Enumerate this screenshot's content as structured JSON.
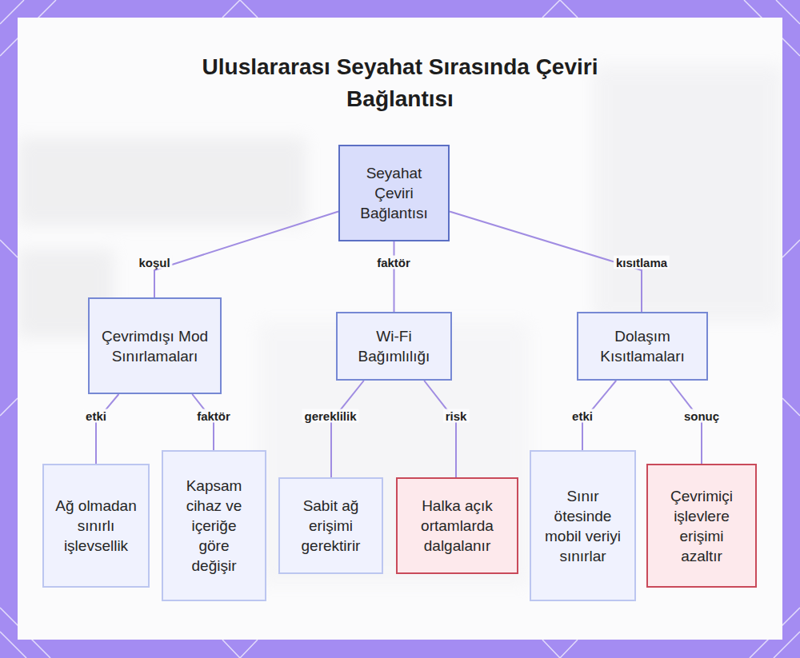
{
  "diagram": {
    "title": "Uluslararası Seyahat Sırasında Çeviri Bağlantısı",
    "nodes": [
      {
        "text": [
          "Seyahat Çeviri Bağlantısı"
        ]
      },
      {
        "text": [
          "Çevrimdışı Mod Sınırlamaları"
        ]
      },
      {
        "text": [
          "Wi-Fi Bağımlılığı"
        ]
      },
      {
        "text": [
          "Dolaşım Kısıtlamaları"
        ]
      },
      {
        "text": [
          "Ağ olmadan sınırlı işlevsellik"
        ]
      },
      {
        "text": [
          "Kapsam cihaz ve içeriğe göre değişir"
        ]
      },
      {
        "text": [
          "Sabit ağ erişimi gerektirir"
        ]
      },
      {
        "text": [
          "Halka açık ortamlarda dalgalanır"
        ]
      },
      {
        "text": [
          "Sınır ötesinde mobil veriyi sınırlar"
        ]
      },
      {
        "text": [
          "Çevrimiçi işlevlere erişimi azaltır"
        ]
      }
    ],
    "edges": [
      {
        "from": 0,
        "to": 1,
        "label": "koşul",
        "arrow": "none"
      },
      {
        "from": 0,
        "to": 2,
        "label": "faktör",
        "arrow": "none"
      },
      {
        "from": 0,
        "to": 3,
        "label": "kısıtlama",
        "arrow": "none"
      },
      {
        "from": 1,
        "to": 4,
        "label": "etki",
        "arrow": "none"
      },
      {
        "from": 1,
        "to": 5,
        "label": "faktör",
        "arrow": "none"
      },
      {
        "from": 2,
        "to": 6,
        "label": "gereklilik",
        "arrow": "none"
      },
      {
        "from": 2,
        "to": 7,
        "label": "risk",
        "arrow": "none"
      },
      {
        "from": 3,
        "to": 8,
        "label": "etki",
        "arrow": "none"
      },
      {
        "from": 3,
        "to": 9,
        "label": "sonuç",
        "arrow": "none"
      }
    ]
  }
}
